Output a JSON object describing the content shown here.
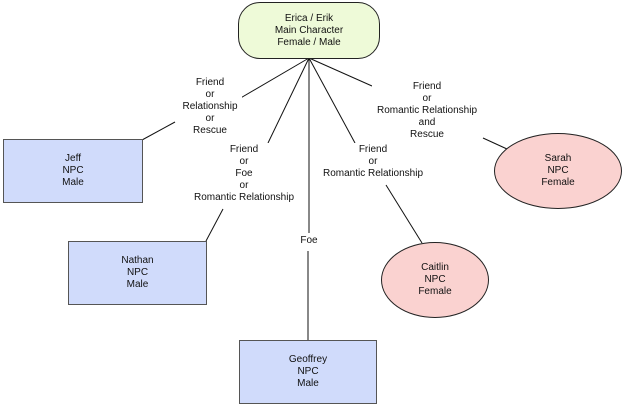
{
  "diagram": {
    "nodes": {
      "main": {
        "lines": [
          "Erica / Erik",
          "Main Character",
          "Female / Male"
        ],
        "fill": "#eefad8",
        "shape": "rounded-rectangle"
      },
      "jeff": {
        "lines": [
          "Jeff",
          "NPC",
          "Male"
        ],
        "fill": "#d0dbfb",
        "shape": "rectangle"
      },
      "nathan": {
        "lines": [
          "Nathan",
          "NPC",
          "Male"
        ],
        "fill": "#d0dbfb",
        "shape": "rectangle"
      },
      "geoffrey": {
        "lines": [
          "Geoffrey",
          "NPC",
          "Male"
        ],
        "fill": "#d0dbfb",
        "shape": "rectangle"
      },
      "caitlin": {
        "lines": [
          "Caitlin",
          "NPC",
          "Female"
        ],
        "fill": "#fad2d0",
        "shape": "ellipse"
      },
      "sarah": {
        "lines": [
          "Sarah",
          "NPC",
          "Female"
        ],
        "fill": "#fad2d0",
        "shape": "ellipse"
      }
    },
    "edges": {
      "jeff": {
        "from": "main",
        "to": "jeff",
        "lines": [
          "Friend",
          "or",
          "Relationship",
          "or",
          "Rescue"
        ]
      },
      "nathan": {
        "from": "main",
        "to": "nathan",
        "lines": [
          "Friend",
          "or",
          "Foe",
          "or",
          "Romantic Relationship"
        ]
      },
      "geoffrey": {
        "from": "main",
        "to": "geoffrey",
        "lines": [
          "Foe"
        ]
      },
      "caitlin": {
        "from": "main",
        "to": "caitlin",
        "lines": [
          "Friend",
          "or",
          "Romantic Relationship"
        ]
      },
      "sarah": {
        "from": "main",
        "to": "sarah",
        "lines": [
          "Friend",
          "or",
          "Romantic Relationship",
          "and",
          "Rescue"
        ]
      }
    }
  }
}
